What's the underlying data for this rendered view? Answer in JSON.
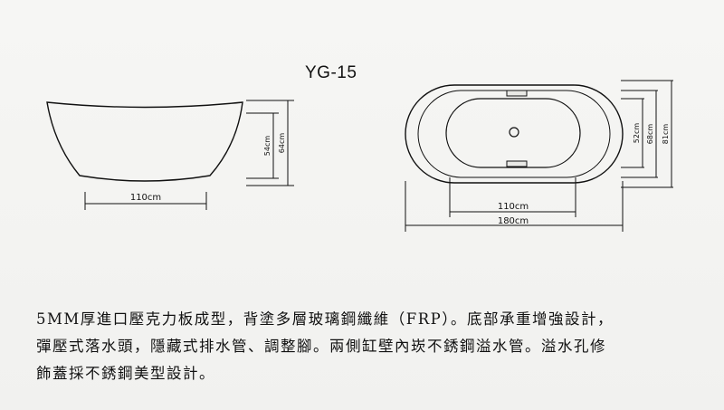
{
  "model": "YG-15",
  "side_view": {
    "width_label": "110cm",
    "inner_height_label": "54cm",
    "outer_height_label": "64cm"
  },
  "top_view": {
    "inner_width_label": "110cm",
    "outer_width_label": "180cm",
    "inner_depth_label": "52cm",
    "mid_depth_label": "68cm",
    "outer_depth_label": "81cm"
  },
  "description": {
    "line1": "5MM厚進口壓克力板成型，背塗多層玻璃鋼纖維（FRP）。底部承重增強設計，",
    "line2": "彈壓式落水頭，隱藏式排水管、調整腳。兩側缸壁內崁不銹鋼溢水管。溢水孔修",
    "line3": "飾蓋採不銹鋼美型設計。"
  }
}
